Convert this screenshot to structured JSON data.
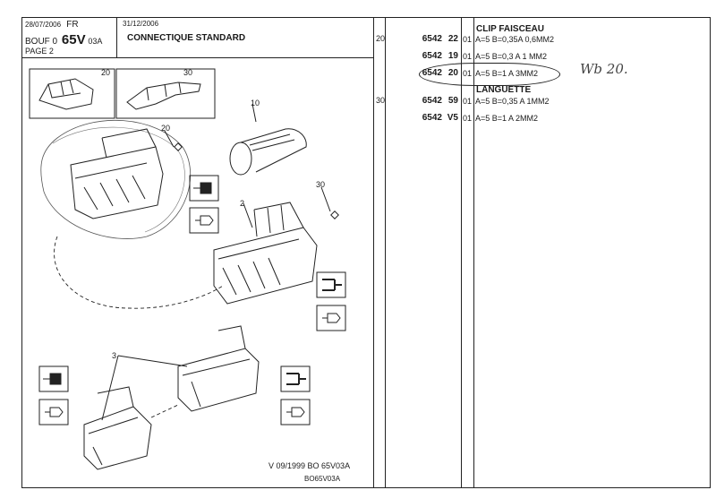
{
  "header": {
    "date_left": "28/07/2006",
    "lang": "FR",
    "model_prefix": "BOUF 0",
    "model_big": "65V",
    "model_suffix": "03A",
    "page": "PAGE 2",
    "date_right": "31/12/2006",
    "title": "CONNECTIQUE STANDARD"
  },
  "diagram": {
    "callouts": [
      "20",
      "30",
      "10",
      "20",
      "2",
      "30",
      "3"
    ]
  },
  "footer": {
    "version": "V  09/1999  BO 65V03A",
    "code": "BO65V03A"
  },
  "parts": {
    "groups": [
      {
        "item": "20",
        "section": "CLIP FAISCEAU",
        "rows": [
          {
            "ref": "6542",
            "suffix": "22",
            "index": "01",
            "desc": "A=5 B=0,35A 0,6MM2"
          },
          {
            "ref": "6542",
            "suffix": "19",
            "index": "01",
            "desc": "A=5 B=0,3 A 1 MM2"
          },
          {
            "ref": "6542",
            "suffix": "20",
            "index": "01",
            "desc": "A=5 B=1 A 3MM2"
          }
        ]
      },
      {
        "item": "30",
        "section": "LANGUETTE",
        "rows": [
          {
            "ref": "6542",
            "suffix": "59",
            "index": "01",
            "desc": "A=5 B=0,35 A 1MM2"
          },
          {
            "ref": "6542",
            "suffix": "V5",
            "index": "01",
            "desc": "A=5 B=1 A 2MM2"
          }
        ]
      }
    ],
    "handwritten_note": "Wb 20."
  }
}
